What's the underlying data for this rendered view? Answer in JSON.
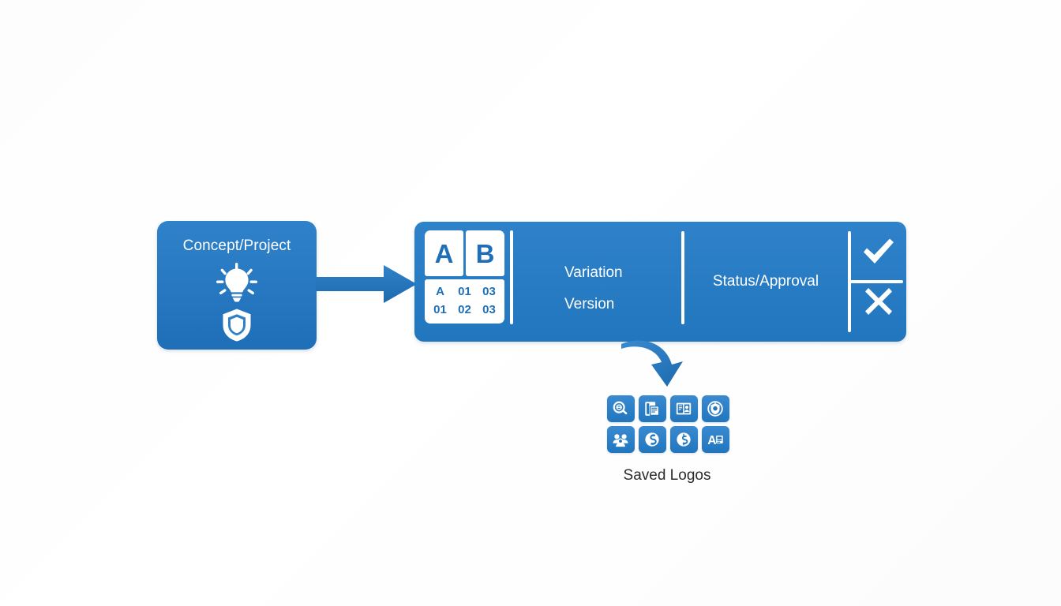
{
  "diagram": {
    "title": "Concept to Saved Logos workflow",
    "colors": {
      "primary_blue": "#2176be",
      "light_blue": "#2f82c9",
      "white": "#ffffff",
      "caption_text": "#2b2b2b",
      "background": "#ffffff"
    }
  },
  "concept": {
    "title": "Concept/Project",
    "icons": [
      {
        "name": "lightbulb-icon",
        "label": "Idea"
      },
      {
        "name": "shield-icon",
        "label": "Protection"
      }
    ]
  },
  "connector": {
    "name": "flow-arrow-right",
    "direction": "right"
  },
  "main_bar": {
    "ab_cells": [
      {
        "label": "A"
      },
      {
        "label": "B"
      }
    ],
    "number_grid": {
      "rows": [
        [
          "A",
          "01",
          "03"
        ],
        [
          "01",
          "02",
          "03"
        ]
      ]
    },
    "labels": {
      "variation": "Variation",
      "version": "Version",
      "status": "Status/Approval"
    },
    "approval": {
      "approve_icon": "check-icon",
      "reject_icon": "cross-icon"
    }
  },
  "curve_connector": {
    "name": "curved-arrow-down",
    "direction": "down"
  },
  "saved_logos": {
    "caption": "Saved Logos",
    "tiles": [
      {
        "name": "magnifier-search-icon",
        "row": 1,
        "col": 1
      },
      {
        "name": "document-copy-icon",
        "row": 1,
        "col": 2
      },
      {
        "name": "open-book-icon",
        "row": 1,
        "col": 3
      },
      {
        "name": "target-shield-icon",
        "row": 1,
        "col": 4
      },
      {
        "name": "people-group-icon",
        "row": 2,
        "col": 1
      },
      {
        "name": "globe-swirl-icon",
        "row": 2,
        "col": 2
      },
      {
        "name": "dollar-coin-icon",
        "row": 2,
        "col": 3
      },
      {
        "name": "letter-a-card-icon",
        "row": 2,
        "col": 4
      }
    ]
  }
}
